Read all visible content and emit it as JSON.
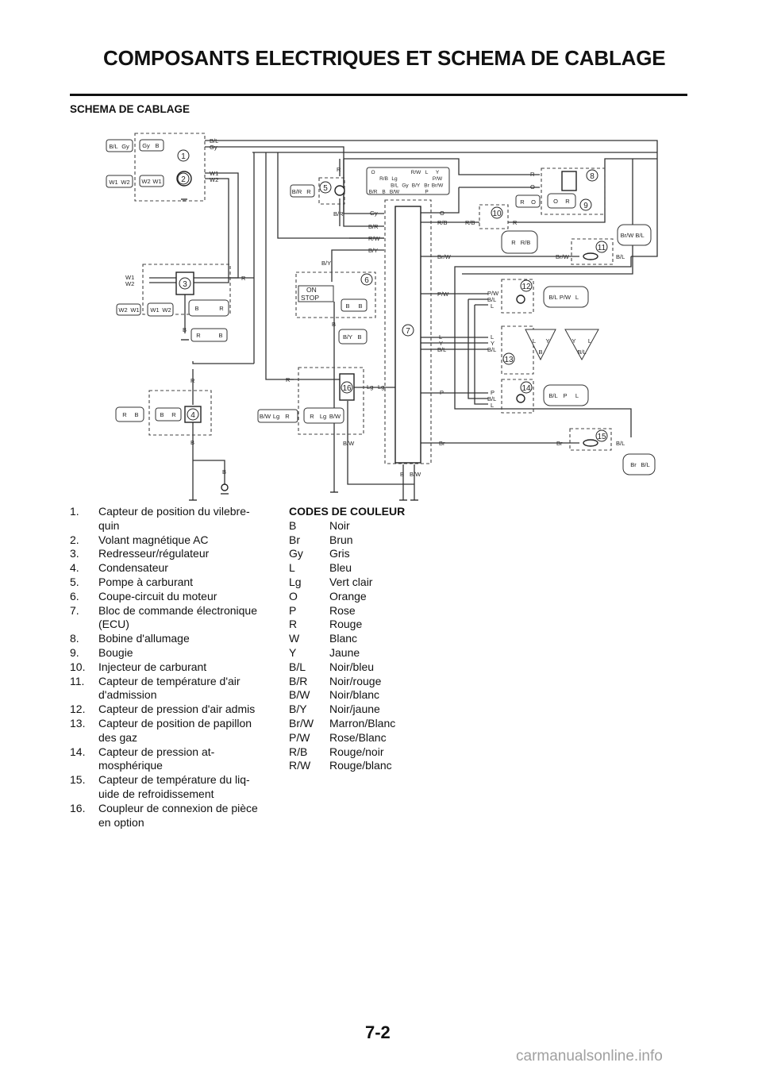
{
  "header": {
    "title": "COMPOSANTS ELECTRIQUES ET SCHEMA DE CABLAGE",
    "subtitle": "SCHEMA DE CABLAGE"
  },
  "diagram": {
    "wire_labels": {
      "BL": "B/L",
      "Gy": "Gy",
      "W1": "W1",
      "W2": "W2",
      "R": "R",
      "O": "O",
      "BR": "B/R",
      "RW": "R/W",
      "BY": "B/Y",
      "RB": "R/B",
      "BrW": "Br/W",
      "PW": "P/W",
      "L": "L",
      "Y": "Y",
      "P": "P",
      "Br": "Br",
      "Lg": "Lg",
      "B": "B",
      "BW": "B/W"
    },
    "component_numbers": [
      "1",
      "2",
      "3",
      "4",
      "5",
      "6",
      "7",
      "8",
      "9",
      "10",
      "11",
      "12",
      "13",
      "14",
      "15",
      "16"
    ],
    "switch_labels": {
      "on": "ON",
      "stop": "STOP"
    },
    "connectors": {
      "c1a": [
        "B/L",
        "Gy"
      ],
      "c1b": [
        "Gy",
        "B"
      ],
      "c2a": [
        "W1",
        "W2"
      ],
      "c2b": [
        "W2",
        "W1"
      ],
      "c3a": [
        "W2",
        "W1"
      ],
      "c3b": [
        "W1",
        "W2"
      ],
      "c3c": [
        "B",
        "R"
      ],
      "c3d": [
        "R",
        "B"
      ],
      "c4a": [
        "R",
        "B"
      ],
      "c4b": [
        "B",
        "R"
      ],
      "c5": [
        "B/R",
        "R"
      ],
      "c6a": [
        "B",
        "B"
      ],
      "c6b": [
        "B/Y",
        "B"
      ],
      "c8a": [
        "R",
        "O"
      ],
      "c8b": [
        "O",
        "R"
      ],
      "c10": [
        "R",
        "R/B"
      ],
      "c11": [
        "Br/W",
        "B/L"
      ],
      "c12": [
        "B/L",
        "P/W",
        "L"
      ],
      "c13a": [
        "L",
        "Y",
        "B"
      ],
      "c13b": [
        "Y",
        "L",
        "B/L"
      ],
      "c14": [
        "B/L",
        "P",
        "L"
      ],
      "c15": [
        "Br",
        "B/L"
      ],
      "c16a": [
        "B/W",
        "Lg",
        "R"
      ],
      "c16b": [
        "R",
        "Lg",
        "B/W"
      ]
    },
    "ecu_connector_rows": [
      [
        "O",
        "",
        "",
        "",
        "R/W",
        "L",
        "Y"
      ],
      [
        "",
        "R/B",
        "Lg",
        "",
        "",
        "",
        "P/W",
        ""
      ],
      [
        "",
        "",
        "B/L",
        "Gy",
        "B/Y",
        "Br",
        "Br/W",
        ""
      ],
      [
        "B/R",
        "B",
        "B/W",
        "",
        "",
        "P",
        ""
      ]
    ]
  },
  "components": [
    {
      "num": "1.",
      "label": "Capteur de position du vilebre-",
      "cont": "quin"
    },
    {
      "num": "2.",
      "label": "Volant magnétique AC"
    },
    {
      "num": "3.",
      "label": "Redresseur/régulateur"
    },
    {
      "num": "4.",
      "label": "Condensateur"
    },
    {
      "num": "5.",
      "label": "Pompe à carburant"
    },
    {
      "num": "6.",
      "label": "Coupe-circuit du moteur"
    },
    {
      "num": "7.",
      "label": "Bloc de commande électronique",
      "cont": "(ECU)"
    },
    {
      "num": "8.",
      "label": "Bobine d'allumage"
    },
    {
      "num": "9.",
      "label": "Bougie"
    },
    {
      "num": "10.",
      "label": "Injecteur de carburant"
    },
    {
      "num": "11.",
      "label": "Capteur de température d'air",
      "cont": "d'admission"
    },
    {
      "num": "12.",
      "label": "Capteur de pression d'air admis"
    },
    {
      "num": "13.",
      "label": "Capteur de position de papillon",
      "cont": "des gaz"
    },
    {
      "num": "14.",
      "label": "Capteur de pression at-",
      "cont": "mosphérique"
    },
    {
      "num": "15.",
      "label": "Capteur de température du liq-",
      "cont": "uide de refroidissement"
    },
    {
      "num": "16.",
      "label": "Coupleur de connexion de pièce",
      "cont": "en option"
    }
  ],
  "color_codes": {
    "heading": "CODES DE COULEUR",
    "items": [
      {
        "code": "B",
        "name": "Noir"
      },
      {
        "code": "Br",
        "name": "Brun"
      },
      {
        "code": "Gy",
        "name": "Gris"
      },
      {
        "code": "L",
        "name": "Bleu"
      },
      {
        "code": "Lg",
        "name": "Vert clair"
      },
      {
        "code": "O",
        "name": "Orange"
      },
      {
        "code": "P",
        "name": "Rose"
      },
      {
        "code": "R",
        "name": "Rouge"
      },
      {
        "code": "W",
        "name": "Blanc"
      },
      {
        "code": "Y",
        "name": "Jaune"
      },
      {
        "code": "B/L",
        "name": "Noir/bleu"
      },
      {
        "code": "B/R",
        "name": "Noir/rouge"
      },
      {
        "code": "B/W",
        "name": "Noir/blanc"
      },
      {
        "code": "B/Y",
        "name": "Noir/jaune"
      },
      {
        "code": "Br/W",
        "name": "Marron/Blanc"
      },
      {
        "code": "P/W",
        "name": "Rose/Blanc"
      },
      {
        "code": "R/B",
        "name": "Rouge/noir"
      },
      {
        "code": "R/W",
        "name": "Rouge/blanc"
      }
    ]
  },
  "footer": {
    "page_number": "7-2",
    "watermark": "carmanualsonline.info"
  }
}
